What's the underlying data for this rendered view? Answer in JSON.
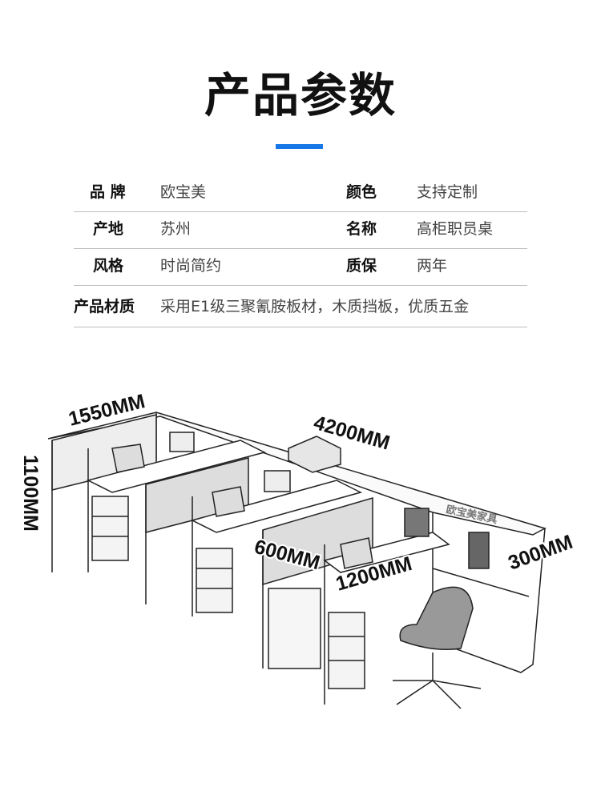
{
  "title": "产品参数",
  "colors": {
    "accent": "#1677e6"
  },
  "specs": [
    {
      "label": "品 牌",
      "value": "欧宝美",
      "label2": "颜色",
      "value2": "支持定制"
    },
    {
      "label": "产地",
      "value": "苏州",
      "label2": "名称",
      "value2": "高柜职员桌"
    },
    {
      "label": "风格",
      "value": "时尚简约",
      "label2": "质保",
      "value2": "两年"
    }
  ],
  "material": {
    "label": "产品材质",
    "value": "采用E1级三聚氰胺板材，木质挡板，优质五金"
  },
  "dimensions": {
    "width_single": "1550MM",
    "height": "1100MM",
    "total_length": "4200MM",
    "depth": "600MM",
    "desk_width": "1200MM",
    "cabinet_depth": "300MM"
  },
  "watermark": "欧宝美家具"
}
